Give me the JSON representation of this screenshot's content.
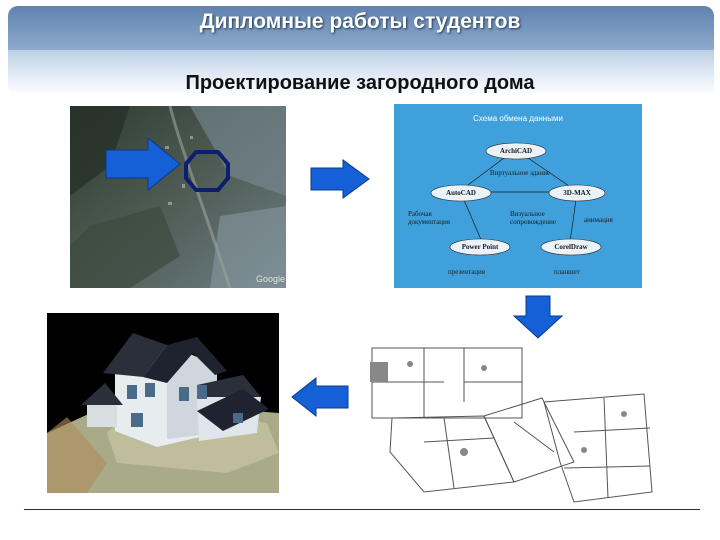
{
  "title": "Дипломные работы студентов",
  "subtitle": "Проектирование загородного дома",
  "schema": {
    "title": "Схема обмена данными",
    "nodes": {
      "archicad": "ArchiCAD",
      "autocad": "AutoCAD",
      "max3d": "3D-MAX",
      "powerpoint": "Power Point",
      "coreldraw": "CorelDraw"
    },
    "labels": {
      "virtual": "Виртуальное здание",
      "working_docs": "Рабочая документация",
      "visual": "Визуальное сопровождение",
      "animation": "анимация",
      "presentation": "презентация",
      "plan": "планшет"
    }
  },
  "satellite": {
    "watermark": "Google"
  },
  "colors": {
    "banner": "#7f9fc4",
    "arrow": "#1560d6",
    "marker": "#0c1f6e",
    "schema_bg": "#3fa0db"
  }
}
